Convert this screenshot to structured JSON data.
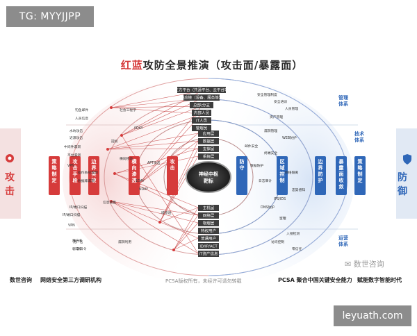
{
  "tag": "TG: MYYJJPP",
  "watermark": "leyuath.com",
  "title": {
    "red": "红蓝",
    "rest": "攻防全景推演（攻击面/暴露面）"
  },
  "sides": {
    "attack": "攻击",
    "defense": "防御"
  },
  "center": {
    "line1": "神经中枢",
    "line2": "靶标"
  },
  "attack_columns": [
    "策略制定",
    "攻击手段",
    "边界突破",
    "横向渗透",
    "攻击"
  ],
  "defense_columns": [
    "防守",
    "区域控制",
    "边界防护",
    "暴露面收敛",
    "策略制定"
  ],
  "defense_right": {
    "mgmt": "管理\n体系",
    "tech": "技术\n体系",
    "ops": "运营\n体系"
  },
  "stack_top": [
    "第三方平台（共源平台、云平台等）",
    "供应链（设备、服务等）",
    "总部/分支",
    "内部人员",
    "IT人员",
    "管理员"
  ],
  "stack_mid": [
    "应用层",
    "数据层",
    "支撑层",
    "系统层"
  ],
  "stack_bottom": [
    "主机层",
    "网络层",
    "物理层",
    "特权用户",
    "普通用户",
    "ID/IP/ACT",
    "IT资产信息"
  ],
  "left_items": [
    "钓鱼邮件",
    "人员信息",
    "水坑攻击",
    "近源攻击",
    "中间件漏洞",
    "平台漏洞",
    "VPN",
    "IP/端口扫描",
    "操作系统漏洞",
    "数据库漏洞",
    "用户名",
    "弱口令"
  ],
  "left_outer": [
    "VPN",
    "IP/端口扫描",
    "用户名",
    "弱口令"
  ],
  "ring_labels": [
    "社会工程学",
    "0DAY",
    "1DAY",
    "NDAY",
    "APT攻击",
    "提权",
    "横向移动",
    "域渗透",
    "信息收集",
    "漏洞利用"
  ],
  "right_items": [
    "安全管理制度",
    "安全培训",
    "人员管理",
    "资产管理",
    "漏洞管理",
    "WEB防护",
    "邮件安全",
    "终端安全",
    "数据防护",
    "网络隔离",
    "日志审计",
    "态势感知",
    "IPS/IDS",
    "DNS防护",
    "蜜罐",
    "入侵检测",
    "访问控制",
    "零信任"
  ],
  "footer": {
    "left1": "数世咨询",
    "left2": "网络安全第三方调研机构",
    "mid": "PCSA版权所有，未经许可请勿转载",
    "right1": "PCSA 聚合中国关键安全能力",
    "right2": "赋能数字智能时代",
    "logo": "数世咨询"
  },
  "colors": {
    "attack": "#d63b3b",
    "defense": "#2f67b8",
    "dark_box": "#3d3d3d",
    "line": "#c84646"
  }
}
